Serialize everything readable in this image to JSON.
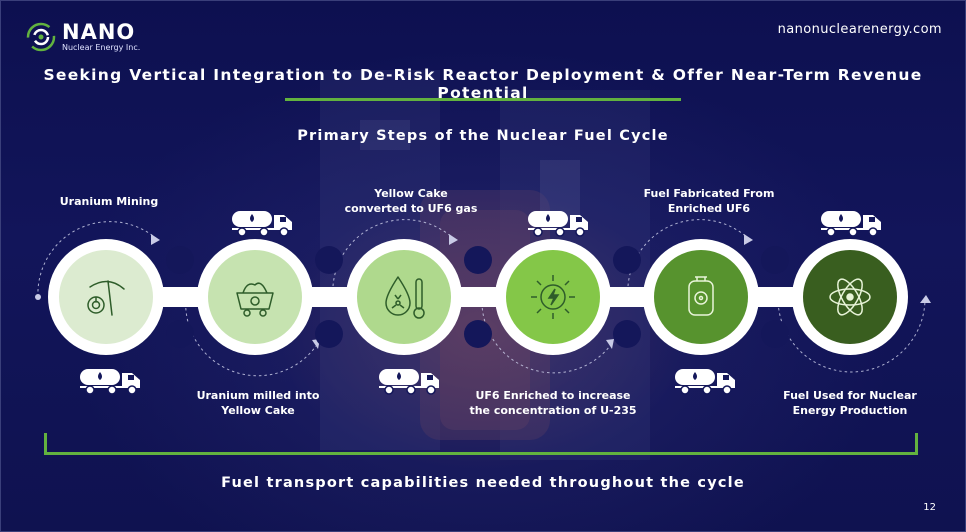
{
  "brand": {
    "name": "NANO",
    "subtitle": "Nuclear Energy Inc."
  },
  "website": "nanonuclearenergy.com",
  "headline": "Seeking Vertical Integration to De-Risk Reactor Deployment & Offer Near-Term Revenue Potential",
  "subtitle": "Primary Steps of the Nuclear Fuel Cycle",
  "steps": [
    {
      "label": "Uranium Mining",
      "icon": "pickaxe-icon",
      "color": "#dcebd0"
    },
    {
      "label_line1": "Uranium milled into",
      "label_line2": "Yellow Cake",
      "icon": "ore-cart-icon",
      "color": "#c6e3b0"
    },
    {
      "label_line1": "Yellow Cake",
      "label_line2": "converted to UF6 gas",
      "icon": "radiation-thermometer-icon",
      "color": "#afd98d"
    },
    {
      "label_line1": "UF6 Enriched to increase",
      "label_line2": "the concentration of U-235",
      "icon": "energy-burst-icon",
      "color": "#84c748"
    },
    {
      "label_line1": "Fuel Fabricated From",
      "label_line2": "Enriched UF6",
      "icon": "fuel-canister-icon",
      "color": "#57932e"
    },
    {
      "label_line1": "Fuel Used for Nuclear",
      "label_line2": "Energy Production",
      "icon": "atom-icon",
      "color": "#395e1f"
    }
  ],
  "trucks": [
    "tanker-truck-icon",
    "tanker-truck-icon",
    "tanker-truck-icon",
    "tanker-truck-icon",
    "tanker-truck-icon",
    "tanker-truck-icon"
  ],
  "footer": "Fuel transport capabilities needed throughout the cycle",
  "page_number": "12",
  "colors": {
    "accent_green": "#62b23f",
    "background": "#0d1050",
    "chain_white": "#ffffff"
  }
}
